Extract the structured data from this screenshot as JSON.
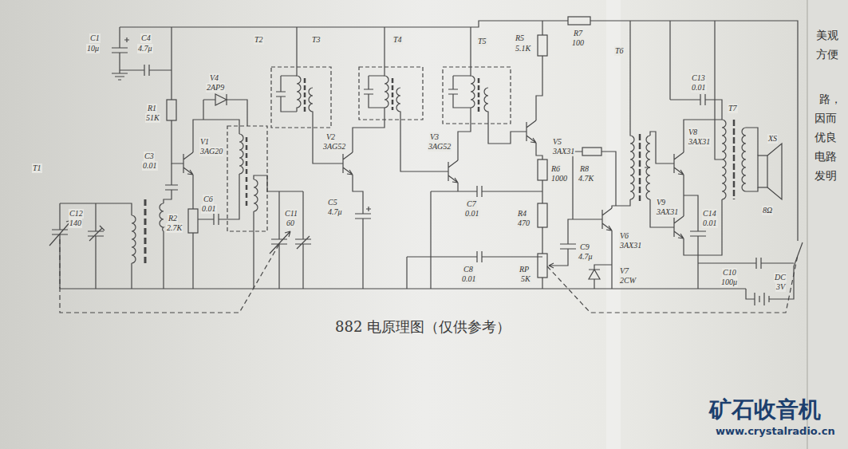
{
  "diagram": {
    "caption": "882 电原理图（仅供参考）",
    "labels": [
      "C1",
      "10μ",
      "C4",
      "4.7μ",
      "T2",
      "T3",
      "T4",
      "T5",
      "R5",
      "5.1K",
      "R7",
      "100",
      "T6",
      "R1",
      "51K",
      "V4",
      "2AP9",
      "V1",
      "3AG20",
      "V2",
      "3AG52",
      "V3",
      "3AG52",
      "V5",
      "3AX31",
      "T1",
      "C3",
      "0.01",
      "C6",
      "0.01",
      "C12",
      "140",
      "C11",
      "60",
      "C5",
      "4.7μ",
      "R2",
      "2.7K",
      "C7",
      "0.01",
      "C8",
      "0.01",
      "R4",
      "470",
      "R6",
      "1000",
      "RP",
      "5K",
      "C9",
      "4.7μ",
      "R8",
      "4.7K",
      "V6",
      "3AX31",
      "V7",
      "2CW",
      "V8",
      "3AX31",
      "V9",
      "3AX31",
      "C13",
      "0.01",
      "T7",
      "C14",
      "0.01",
      "C10",
      "100μ",
      "DC",
      "3V",
      "XS",
      "8Ω",
      "美观",
      "方便",
      "路，",
      "因而",
      "优良",
      "电路",
      "发明",
      "矿石收音机",
      "www.crystalradio.cn"
    ]
  }
}
